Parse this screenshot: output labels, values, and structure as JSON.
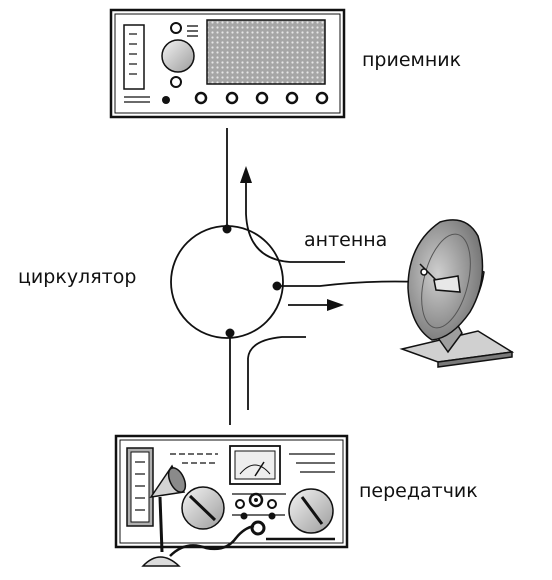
{
  "labels": {
    "receiver": "приемник",
    "antenna": "антенна",
    "circulator": "циркулятор",
    "transmitter": "передатчик"
  },
  "colors": {
    "stroke": "#111111",
    "panel_fill": "#ffffff",
    "grille_fill": "#9a9a9a",
    "antenna_dark": "#6f6f6f",
    "antenna_light": "#bdbdbd"
  }
}
